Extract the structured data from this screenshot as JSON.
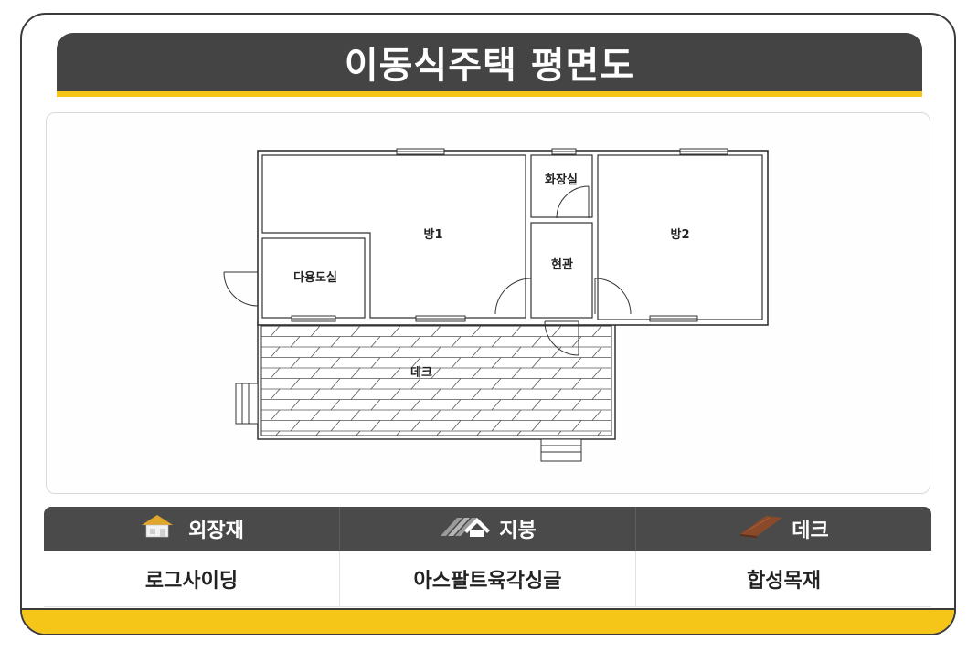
{
  "title": "이동식주택 평면도",
  "plan": {
    "rooms": {
      "room1": "방1",
      "room2": "방2",
      "bathroom": "화장실",
      "utility": "다용도실",
      "entrance": "현관",
      "deck": "데크"
    }
  },
  "specs": {
    "headers": [
      {
        "label": "외장재",
        "icon": "house-icon"
      },
      {
        "label": "지붕",
        "icon": "roof-icon"
      },
      {
        "label": "데크",
        "icon": "wood-plank-icon"
      }
    ],
    "values": [
      "로그사이딩",
      "아스팔트육각싱글",
      "합성목재"
    ]
  },
  "colors": {
    "accent": "#f5c518",
    "header_bg": "#444444",
    "roof_icon": "#e0a52a",
    "plank_icon": "#8a4a2a"
  }
}
